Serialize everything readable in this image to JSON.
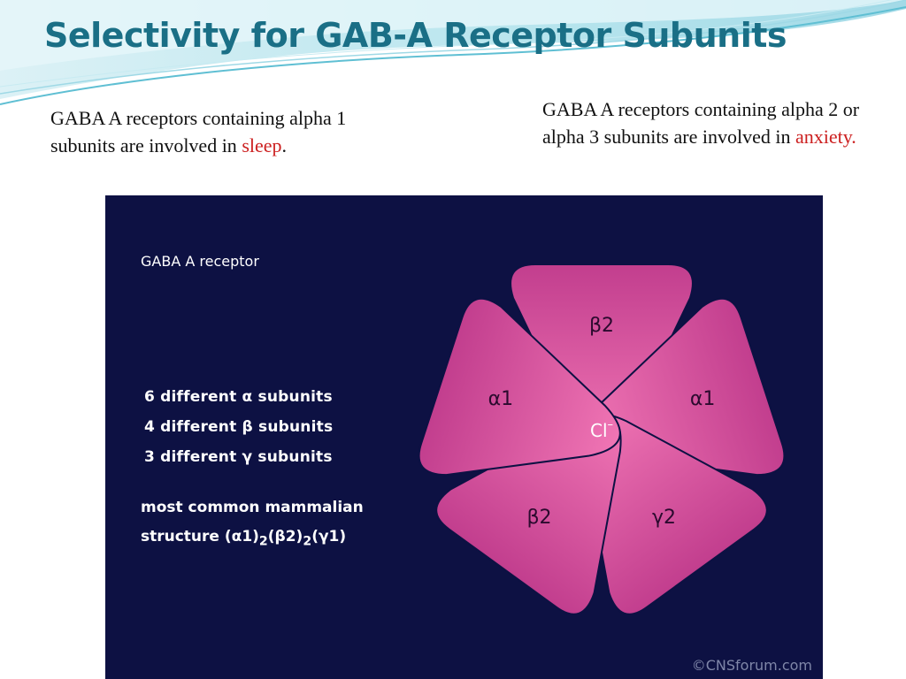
{
  "slide": {
    "title": "Selectivity for GAB-A Receptor Subunits",
    "title_color": "#1a6f86",
    "left_caption": {
      "text": "GABA A receptors containing alpha 1 subunits are involved in ",
      "highlight": "sleep",
      "suffix": "."
    },
    "right_caption": {
      "text": "GABA A receptors containing alpha 2 or alpha 3 subunits are involved in ",
      "highlight": "anxiety.",
      "suffix": ""
    },
    "highlight_color": "#cc1f1f"
  },
  "figure": {
    "background": "#0d1143",
    "panel_title": "GABA A receptor",
    "subunit_stats": [
      "6 different α subunits",
      "4 different β subunits",
      "3 different γ subunits"
    ],
    "structure_line1": "most common mammalian",
    "structure_prefix": "structure ",
    "structure_parts": [
      {
        "text": "(α1)",
        "sub": "2"
      },
      {
        "text": "(β2)",
        "sub": "2"
      },
      {
        "text": "(γ1)",
        "sub": ""
      }
    ],
    "center_ion": "Cl",
    "center_ion_charge": "–",
    "subunits": [
      {
        "label": "β2",
        "angle": 0
      },
      {
        "label": "α1",
        "angle": 72
      },
      {
        "label": "γ2",
        "angle": 144
      },
      {
        "label": "β2",
        "angle": 216
      },
      {
        "label": "α1",
        "angle": 288
      }
    ],
    "petal_colors": [
      "#f075b4",
      "#c23e8e"
    ],
    "credit": "©CNSforum.com"
  }
}
